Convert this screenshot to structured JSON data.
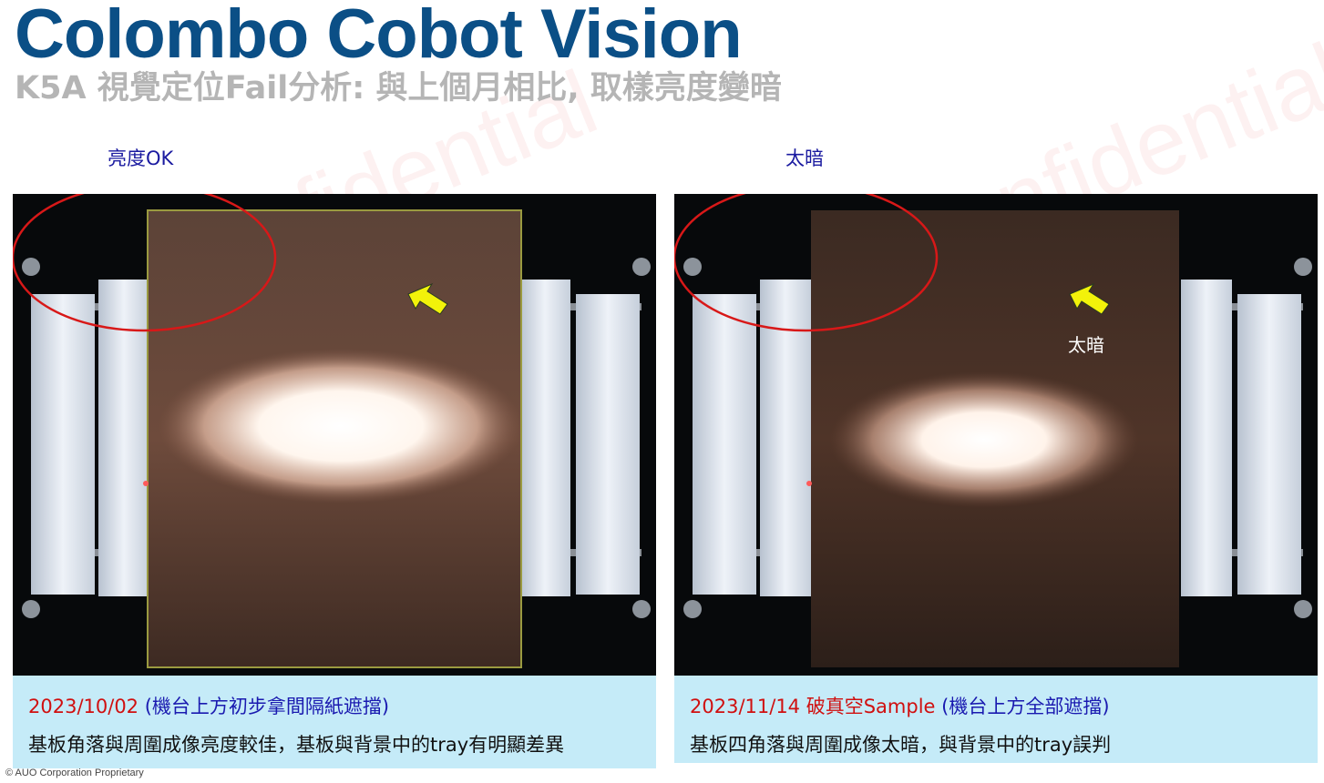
{
  "header": {
    "title": "Colombo Cobot Vision",
    "subtitle": "K5A 視覺定位Fail分析: 與上個月相比, 取樣亮度變暗"
  },
  "watermark": "Confidential",
  "left_panel": {
    "label": "亮度OK",
    "caption_date": "2023/10/02",
    "caption_desc": "(機台上方初步拿間隔紙遮擋)",
    "caption_text": "基板角落與周圍成像亮度較佳，基板與背景中的tray有明顯差異"
  },
  "right_panel": {
    "label": "太暗",
    "arrow_note": "太暗",
    "caption_date": "2023/11/14 破真空Sample",
    "caption_desc": "(機台上方全部遮擋)",
    "caption_text": "基板四角落與周圍成像太暗，與背景中的tray誤判"
  },
  "footer": "© AUO Corporation Proprietary",
  "colors": {
    "title": "#0b4f86",
    "subtitle": "#b5b5b5",
    "label": "#1a1aa0",
    "caption_bg": "#c5ebf8",
    "date": "#d01010",
    "circle": "#d81818",
    "arrow": "#f2f20a"
  }
}
